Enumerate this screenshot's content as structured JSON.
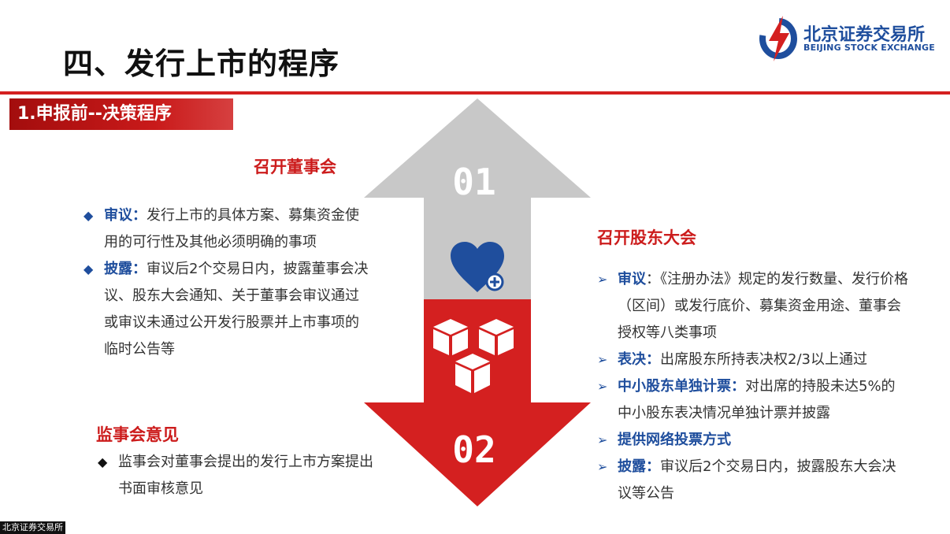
{
  "title": "四、发行上市的程序",
  "logo": {
    "cn": "北京证券交易所",
    "en": "BEIJING STOCK EXCHANGE"
  },
  "section_tag": "1.申报前--决策程序",
  "arrow": {
    "top_number": "01",
    "bottom_number": "02"
  },
  "board": {
    "heading": "召开董事会",
    "items": [
      {
        "label": "审议：",
        "text": "发行上市的具体方案、募集资金使用的可行性及其他必须明确的事项"
      },
      {
        "label": "披露：",
        "text": "审议后2个交易日内，披露董事会决议、股东大会通知、关于董事会审议通过或审议未通过公开发行股票并上市事项的临时公告等"
      }
    ]
  },
  "holders": {
    "heading": "召开股东大会",
    "items": [
      {
        "label": "审议",
        "text": "：《注册办法》规定的发行数量、发行价格（区间）或发行底价、募集资金用途、董事会授权等八类事项"
      },
      {
        "label": "表决：",
        "text": "出席股东所持表决权2/3以上通过"
      },
      {
        "label": "中小股东单独计票：",
        "text": "对出席的持股未达5%的中小股东表决情况单独计票并披露"
      },
      {
        "label": "提供网络投票方式",
        "text": ""
      },
      {
        "label": "披露：",
        "text": "审议后2个交易日内，披露股东大会决议等公告"
      }
    ]
  },
  "supervisors": {
    "heading": "监事会意见",
    "text": "监事会对董事会提出的发行上市方案提出书面审核意见"
  },
  "footer": "北京证券交易所",
  "icons": {
    "top": "heart-plus-icon",
    "bottom": "cubes-icon",
    "logo": "bse-logo-icon"
  },
  "colors": {
    "red": "#d42020",
    "blue": "#1f4e9d",
    "gray_arrow": "#c8c8c8"
  }
}
